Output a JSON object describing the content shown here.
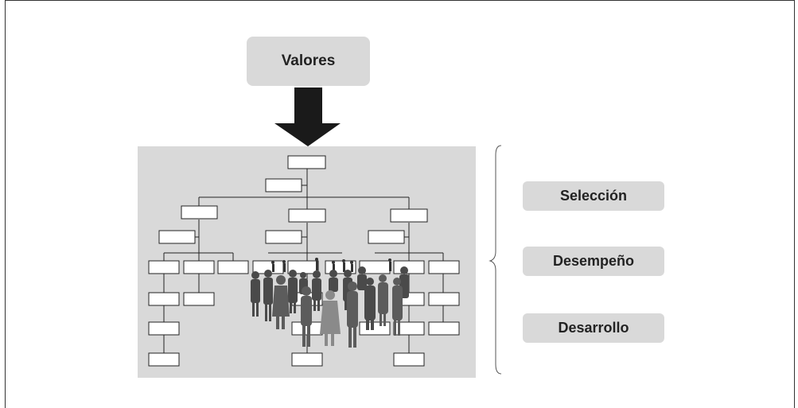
{
  "top_box": {
    "label": "Valores"
  },
  "stages": [
    {
      "label": "Selección"
    },
    {
      "label": "Desempeño"
    },
    {
      "label": "Desarrollo"
    }
  ],
  "colors": {
    "panel": "#d9d9d9",
    "people_dark": "#555555",
    "people_light": "#8a8a8a",
    "arrow": "#1a1a1a"
  }
}
